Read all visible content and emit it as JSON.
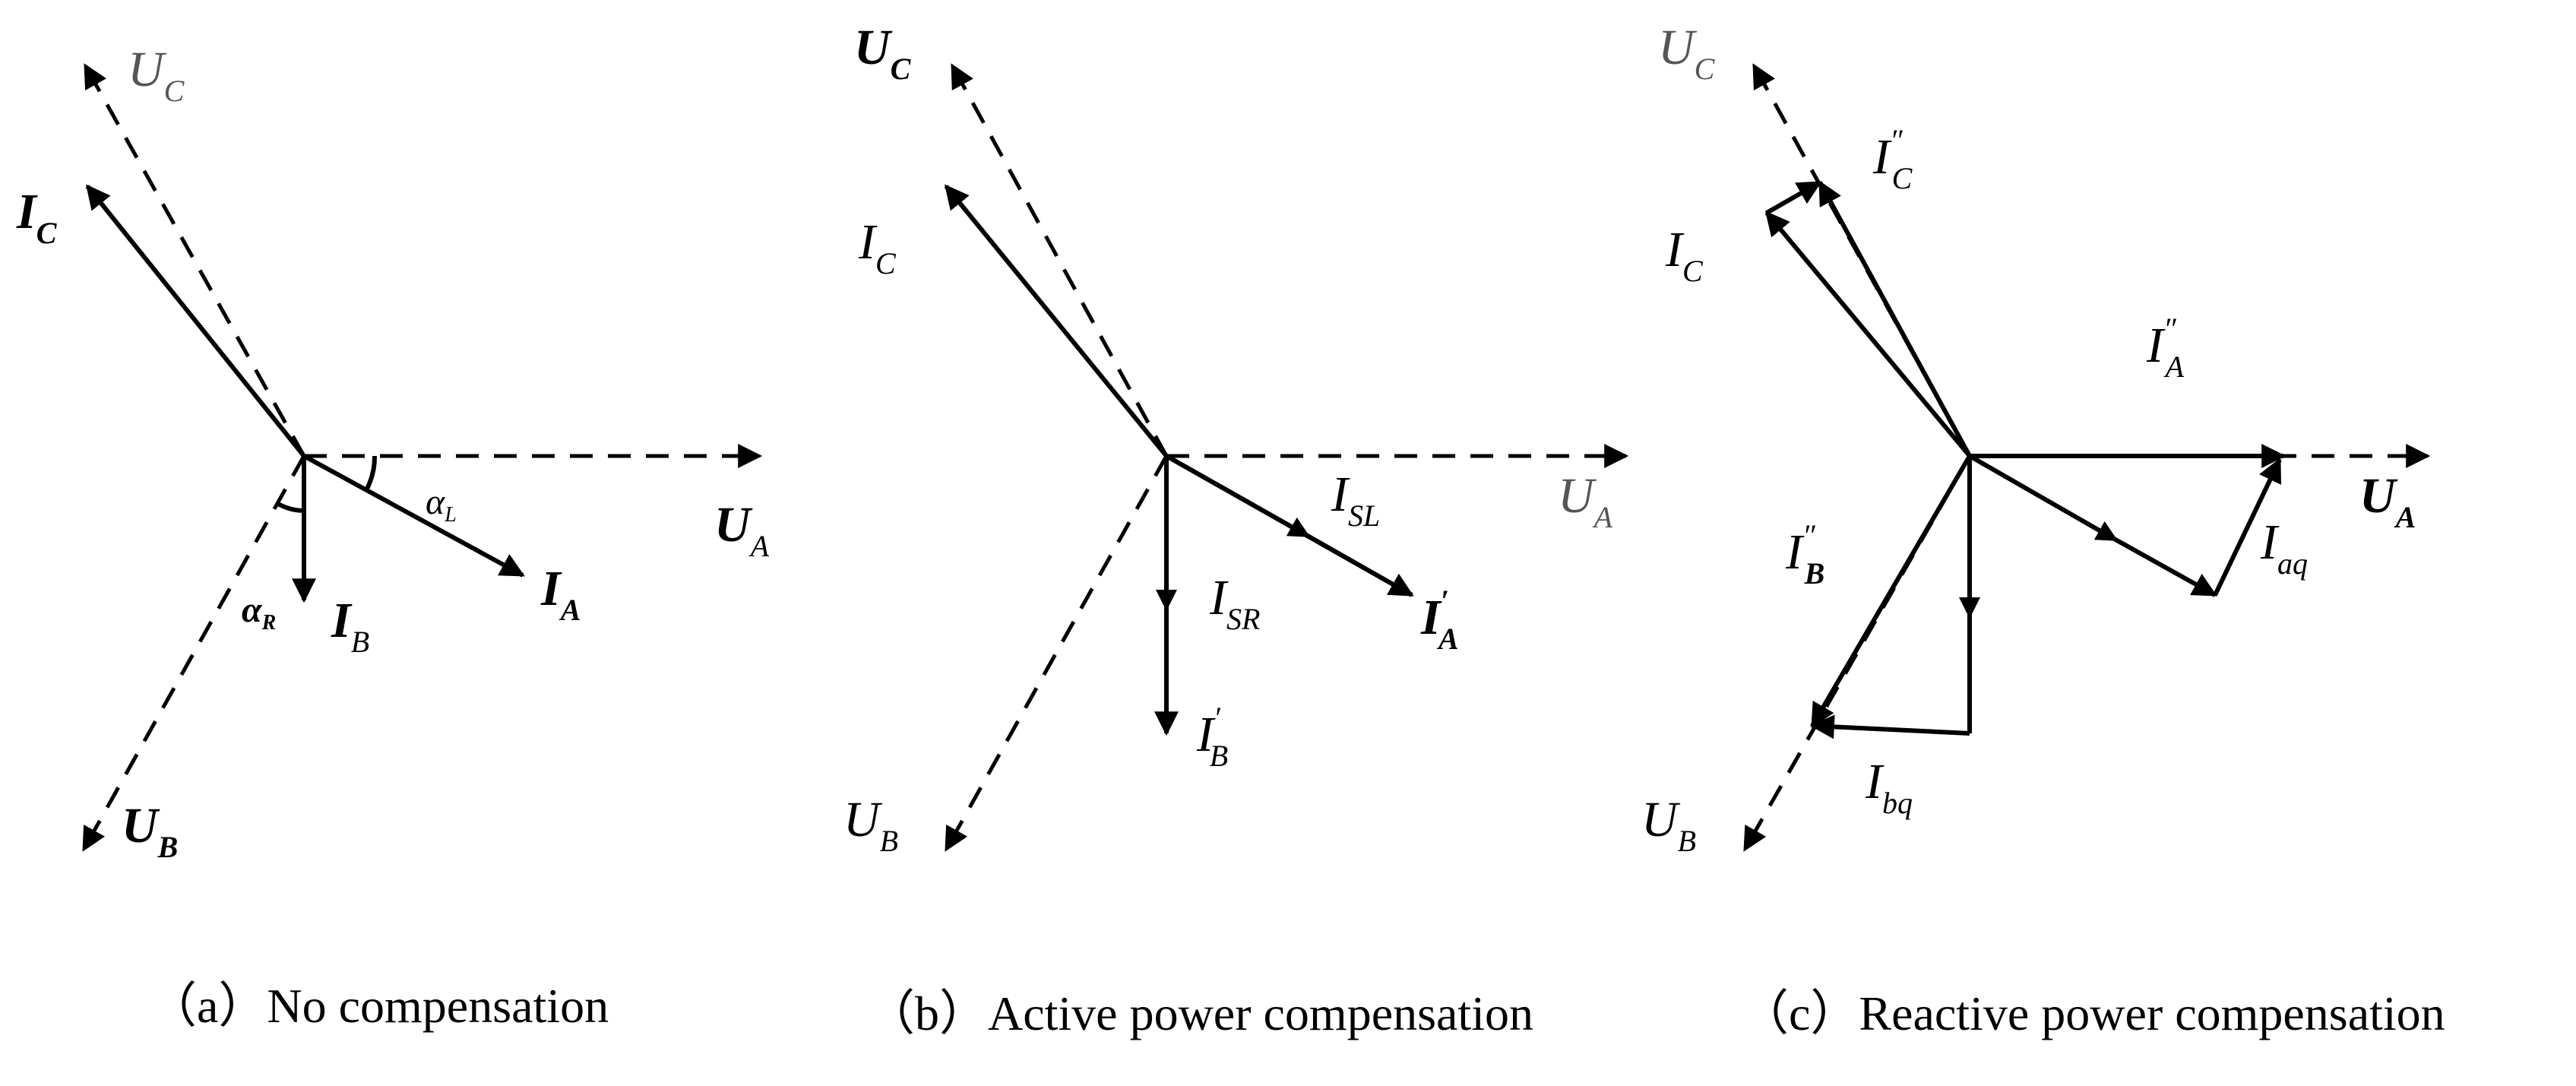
{
  "panels": [
    {
      "id": "a",
      "caption": "（a）No compensation",
      "labels": {
        "uc": {
          "main": "U",
          "sub": "C"
        },
        "ic": {
          "main": "I",
          "sub": "C"
        },
        "alpha_l": {
          "main": "α",
          "sub": "L"
        },
        "ua": {
          "main": "U",
          "sub": "A"
        },
        "ia": {
          "main": "I",
          "sub": "A"
        },
        "alpha_r": {
          "main": "α",
          "sub": "R"
        },
        "ib": {
          "main": "I",
          "sub": "B"
        },
        "ub": {
          "main": "U",
          "sub": "B"
        }
      }
    },
    {
      "id": "b",
      "caption": "（b）Active power compensation",
      "labels": {
        "uc": {
          "main": "U",
          "sub": "C"
        },
        "ic": {
          "main": "I",
          "sub": "C"
        },
        "isl": {
          "main": "I",
          "sub": "SL"
        },
        "ua": {
          "main": "U",
          "sub": "A"
        },
        "isr": {
          "main": "I",
          "sub": "SR"
        },
        "ia1": {
          "main": "I",
          "sup": "′",
          "sub": "A"
        },
        "ib1": {
          "main": "I",
          "sup": "′",
          "sub": "B"
        },
        "ub": {
          "main": "U",
          "sub": "B"
        }
      }
    },
    {
      "id": "c",
      "caption": "（c）Reactive power compensation",
      "labels": {
        "uc": {
          "main": "U",
          "sub": "C"
        },
        "ic2": {
          "main": "I",
          "sup": "″",
          "sub": "C"
        },
        "ic": {
          "main": "I",
          "sub": "C"
        },
        "ia2": {
          "main": "I",
          "sup": "″",
          "sub": "A"
        },
        "ua": {
          "main": "U",
          "sub": "A"
        },
        "ib2": {
          "main": "I",
          "sup": "″",
          "sub": "B"
        },
        "iaq": {
          "main": "I",
          "sub": "aq"
        },
        "ibq": {
          "main": "I",
          "sub": "bq"
        },
        "ub": {
          "main": "U",
          "sub": "B"
        }
      }
    }
  ]
}
